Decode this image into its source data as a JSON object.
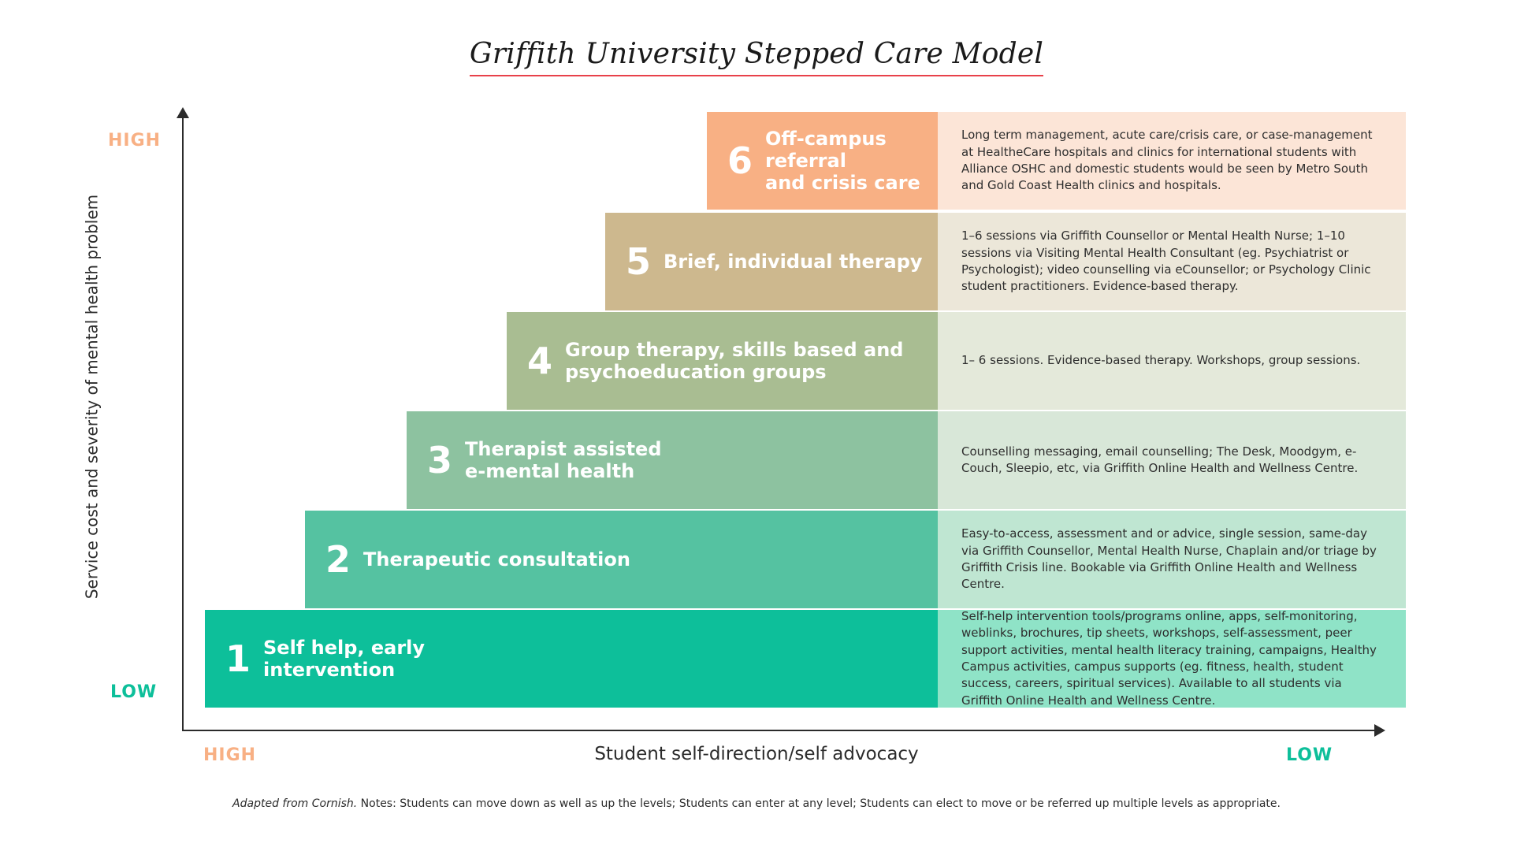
{
  "title": "Griffith University Stepped Care Model",
  "axes": {
    "y_title": "Service cost and severity of mental\nhealth problem",
    "y_high": "HIGH",
    "y_low": "LOW",
    "x_title": "Student self-direction/self advocacy",
    "x_high": "HIGH",
    "x_low": "LOW"
  },
  "footnote": {
    "source": "Adapted from Cornish.",
    "notes": " Notes: Students can move down as well as up the levels; Students can enter at any level; Students can elect to move or be referred up multiple levels as appropriate."
  },
  "colors": {
    "accent_low": "#0dbf9a",
    "accent_high": "#f8b084",
    "title_rule": "#e8414a"
  },
  "chart_data": {
    "type": "bar",
    "title": "Griffith University Stepped Care Model",
    "xlabel": "Student self-direction/self advocacy",
    "ylabel": "Service cost and severity of mental health problem",
    "categories": [
      "1",
      "2",
      "3",
      "4",
      "5",
      "6"
    ],
    "values": [
      1,
      2,
      3,
      4,
      5,
      6
    ],
    "grid": false,
    "legend": "none"
  },
  "steps": [
    {
      "number": "6",
      "label": "Off-campus\nreferral\nand crisis care",
      "desc": "Long term management, acute care/crisis care, or case-management at HealtheCare hospitals and clinics for international students with Alliance OSHC and domestic students would be seen by Metro South and Gold Coast Health clinics and hospitals.",
      "bar_color": "#f8b084",
      "desc_color": "#fce5d7"
    },
    {
      "number": "5",
      "label": "Brief, individual therapy",
      "desc": "1–6 sessions via Griffith Counsellor or Mental Health Nurse; 1–10 sessions via Visiting Mental Health Consultant (eg. Psychiatrist or Psychologist); video counselling via eCounsellor; or Psychology Clinic student practitioners. Evidence-based therapy.",
      "bar_color": "#cdb88e",
      "desc_color": "#ece7d9"
    },
    {
      "number": "4",
      "label": "Group therapy, skills based and\npsychoeducation groups",
      "desc": "1– 6 sessions. Evidence-based therapy. Workshops, group sessions.",
      "bar_color": "#a9bd92",
      "desc_color": "#e4e9da"
    },
    {
      "number": "3",
      "label": "Therapist assisted\ne-mental health",
      "desc": "Counselling messaging, email counselling; The Desk, Moodgym, e-Couch, Sleepio, etc, via Griffith Online Health and Wellness Centre.",
      "bar_color": "#8dc2a0",
      "desc_color": "#d8e7d8"
    },
    {
      "number": "2",
      "label": "Therapeutic consultation",
      "desc": "Easy-to-access, assessment and or advice, single session, same-day via Griffith Counsellor, Mental Health Nurse, Chaplain and/or triage by Griffith Crisis line. Bookable via Griffith Online Health and Wellness Centre.",
      "bar_color": "#55c2a1",
      "desc_color": "#bfe6d2"
    },
    {
      "number": "1",
      "label": "Self help, early\nintervention",
      "desc": "Self-help intervention tools/programs online, apps, self-monitoring, weblinks, brochures, tip sheets, workshops, self-assessment, peer support activities, mental health literacy training, campaigns, Healthy Campus activities, campus supports (eg. fitness, health, student success, careers, spiritual services). Available to all students via Griffith Online Health and Wellness Centre.",
      "bar_color": "#0dbf9a",
      "desc_color": "#8fe3c7"
    }
  ]
}
